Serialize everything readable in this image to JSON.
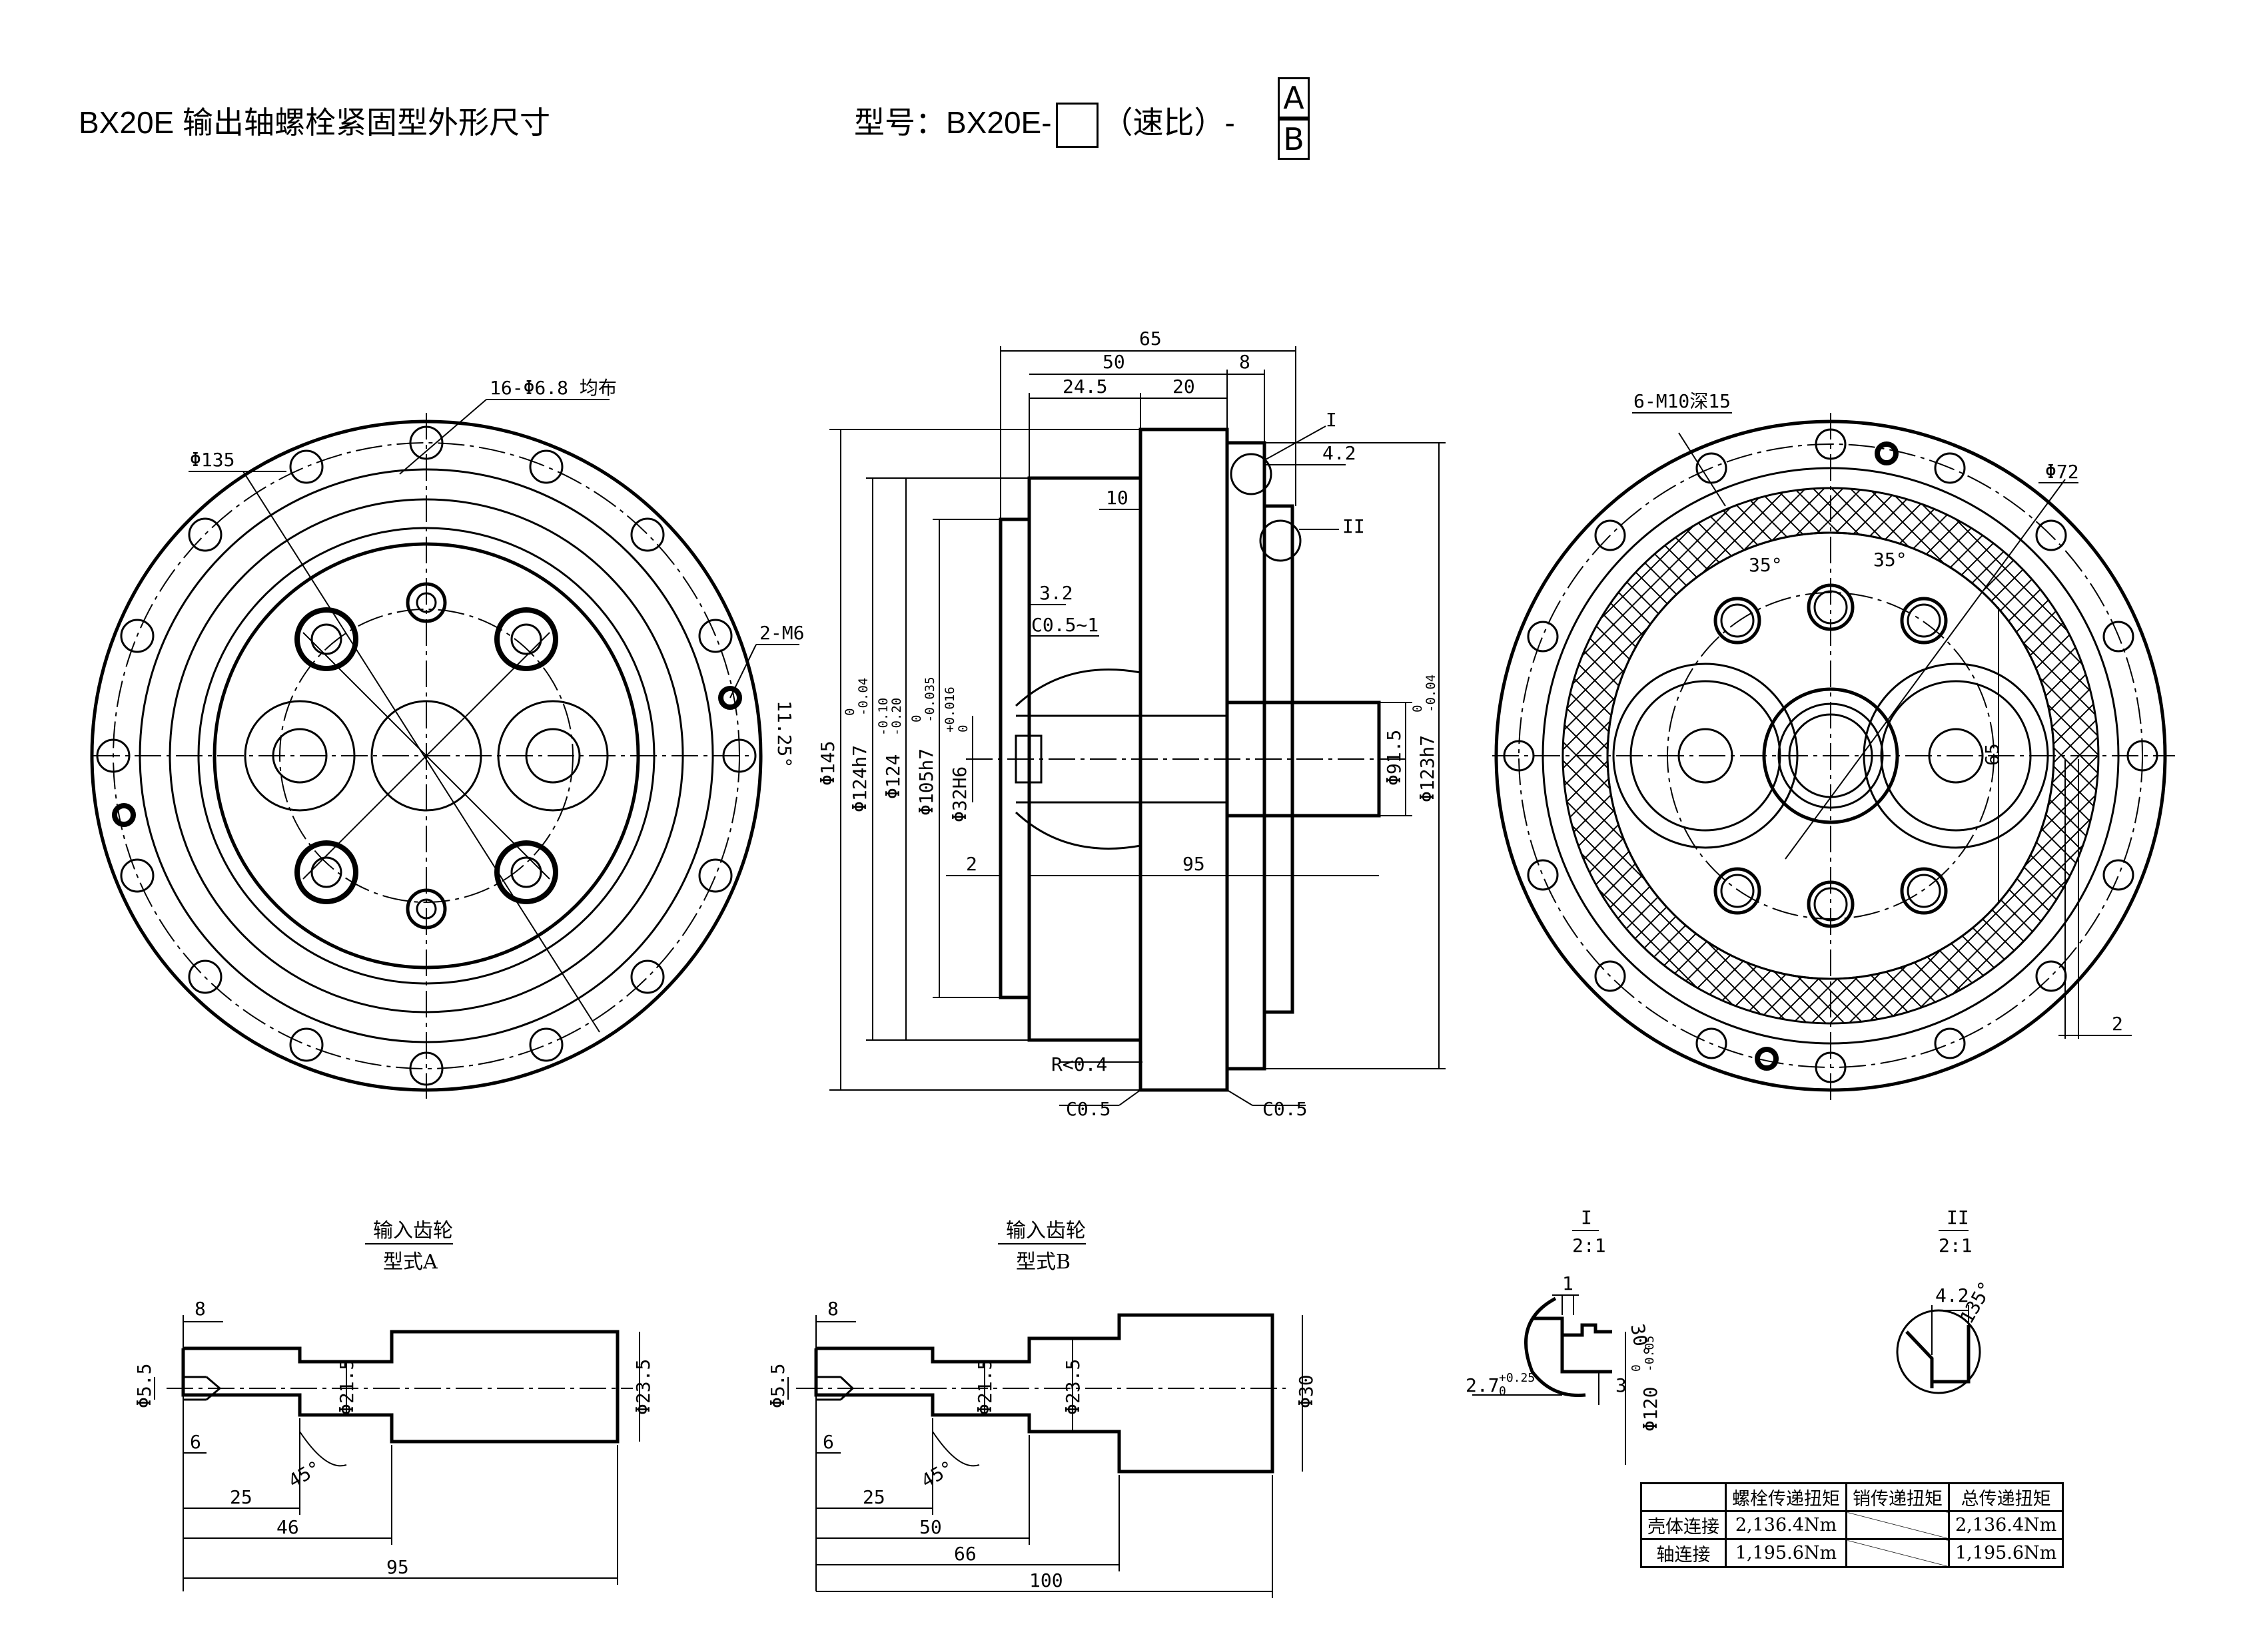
{
  "header": {
    "title": "BX20E 输出轴螺栓紧固型外形尺寸",
    "model_prefix": "型号：BX20E-",
    "model_ratio": "（速比）-",
    "option_a": "A",
    "option_b": "B"
  },
  "front_view": {
    "hole_note": "16-Φ6.8 均布",
    "pcd": "Φ135",
    "tap_note": "2-M6",
    "angle": "11.25°"
  },
  "side_view": {
    "dims_top": [
      "65",
      "50",
      "8",
      "24.5",
      "20",
      "4.2",
      "10",
      "3.2",
      "C0.5~1"
    ],
    "detail_marks": [
      "I",
      "II"
    ],
    "dims_bottom": [
      "2",
      "95",
      "R<0.4",
      "C0.5",
      "C0.5"
    ],
    "diameters_left": [
      "Φ145",
      "Φ124h7",
      "Φ124",
      "Φ105h7",
      "Φ32H6"
    ],
    "tol_124h7": [
      "0",
      "-0.04"
    ],
    "tol_124": [
      "-0.10",
      "-0.20"
    ],
    "tol_105h7": [
      "0",
      "-0.035"
    ],
    "tol_32h6": [
      "+0.016",
      "0"
    ],
    "diameters_right": [
      "Φ91.5",
      "Φ123h7"
    ],
    "tol_123h7": [
      "0",
      "-0.04"
    ]
  },
  "rear_view": {
    "thread_note": "6-M10深15",
    "pcd": "Φ72",
    "angles": [
      "35°",
      "35°"
    ],
    "dim_65": "65",
    "dim_2": "2"
  },
  "gear_a": {
    "label_top": "输入齿轮",
    "label_bottom": "型式A",
    "dims": [
      "8",
      "Φ5.5",
      "6",
      "Φ21.5",
      "25",
      "45°",
      "46",
      "95",
      "Φ23.5"
    ]
  },
  "gear_b": {
    "label_top": "输入齿轮",
    "label_bottom": "型式B",
    "dims": [
      "8",
      "Φ5.5",
      "6",
      "Φ21.5",
      "Φ23.5",
      "25",
      "45°",
      "50",
      "66",
      "100",
      "Φ30"
    ]
  },
  "detail_i": {
    "label": "I",
    "scale": "2:1",
    "dims": [
      "1",
      "30°",
      "2.7",
      "3",
      "Φ120"
    ],
    "tol_27": [
      "+0.25",
      "0"
    ],
    "tol_120": [
      "0",
      "-0.05"
    ]
  },
  "detail_ii": {
    "label": "II",
    "scale": "2:1",
    "dims": [
      "4.2",
      "135°"
    ]
  },
  "torque_table": {
    "headers": [
      "",
      "螺栓传递扭矩",
      "销传递扭矩",
      "总传递扭矩"
    ],
    "rows": [
      {
        "label": "壳体连接",
        "bolt": "2,136.4Nm",
        "pin": "",
        "total": "2,136.4Nm"
      },
      {
        "label": "轴连接",
        "bolt": "1,195.6Nm",
        "pin": "",
        "total": "1,195.6Nm"
      }
    ]
  }
}
